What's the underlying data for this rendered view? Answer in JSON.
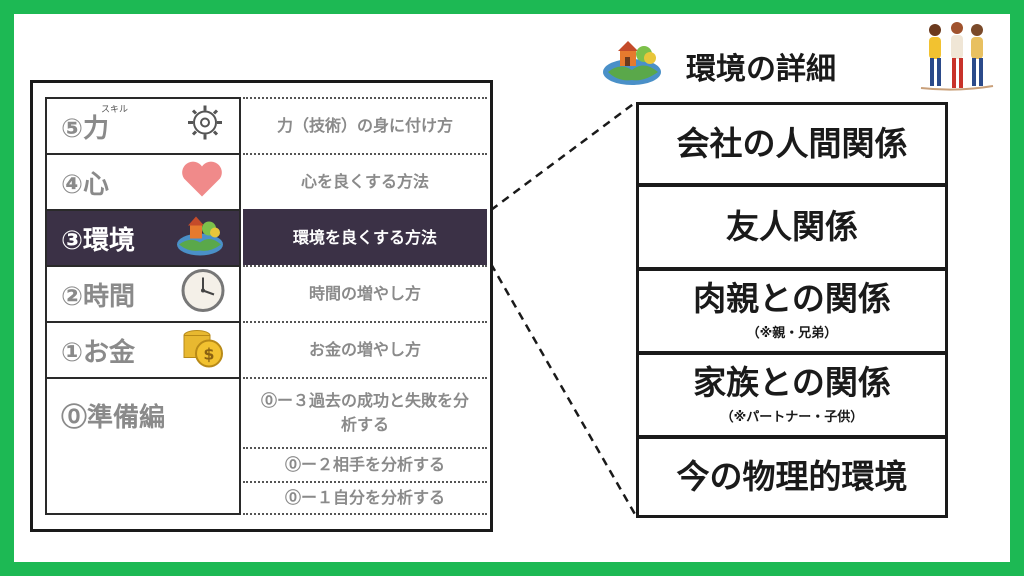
{
  "title": "環境の詳細",
  "left_table": {
    "rows": [
      {
        "label": "⑤力",
        "ruby": "スキル",
        "icon": "gear-wrench-icon",
        "desc": "力（技術）の身に付け方"
      },
      {
        "label": "④心",
        "icon": "heart-icon",
        "desc": "心を良くする方法"
      },
      {
        "label": "③環境",
        "icon": "globe-town-icon",
        "desc": "環境を良くする方法"
      },
      {
        "label": "②時間",
        "icon": "clock-icon",
        "desc": "時間の増やし方"
      },
      {
        "label": "①お金",
        "icon": "coins-icon",
        "desc": "お金の増やし方"
      },
      {
        "label": "⓪準備編",
        "desc_items": [
          "⓪ー３過去の成功と失敗を分析する",
          "⓪ー２相手を分析する",
          "⓪ー１自分を分析する"
        ]
      }
    ]
  },
  "right_boxes": [
    {
      "main": "会社の人間関係"
    },
    {
      "main": "友人関係"
    },
    {
      "main": "肉親との関係",
      "sub": "（※親・兄弟）"
    },
    {
      "main": "家族との関係",
      "sub": "（※パートナー・子供）"
    },
    {
      "main": "今の物理的環境"
    }
  ],
  "colors": {
    "frame_green": "#1db954",
    "active_bg": "#3b3146",
    "muted_text": "#8a8a8a"
  }
}
